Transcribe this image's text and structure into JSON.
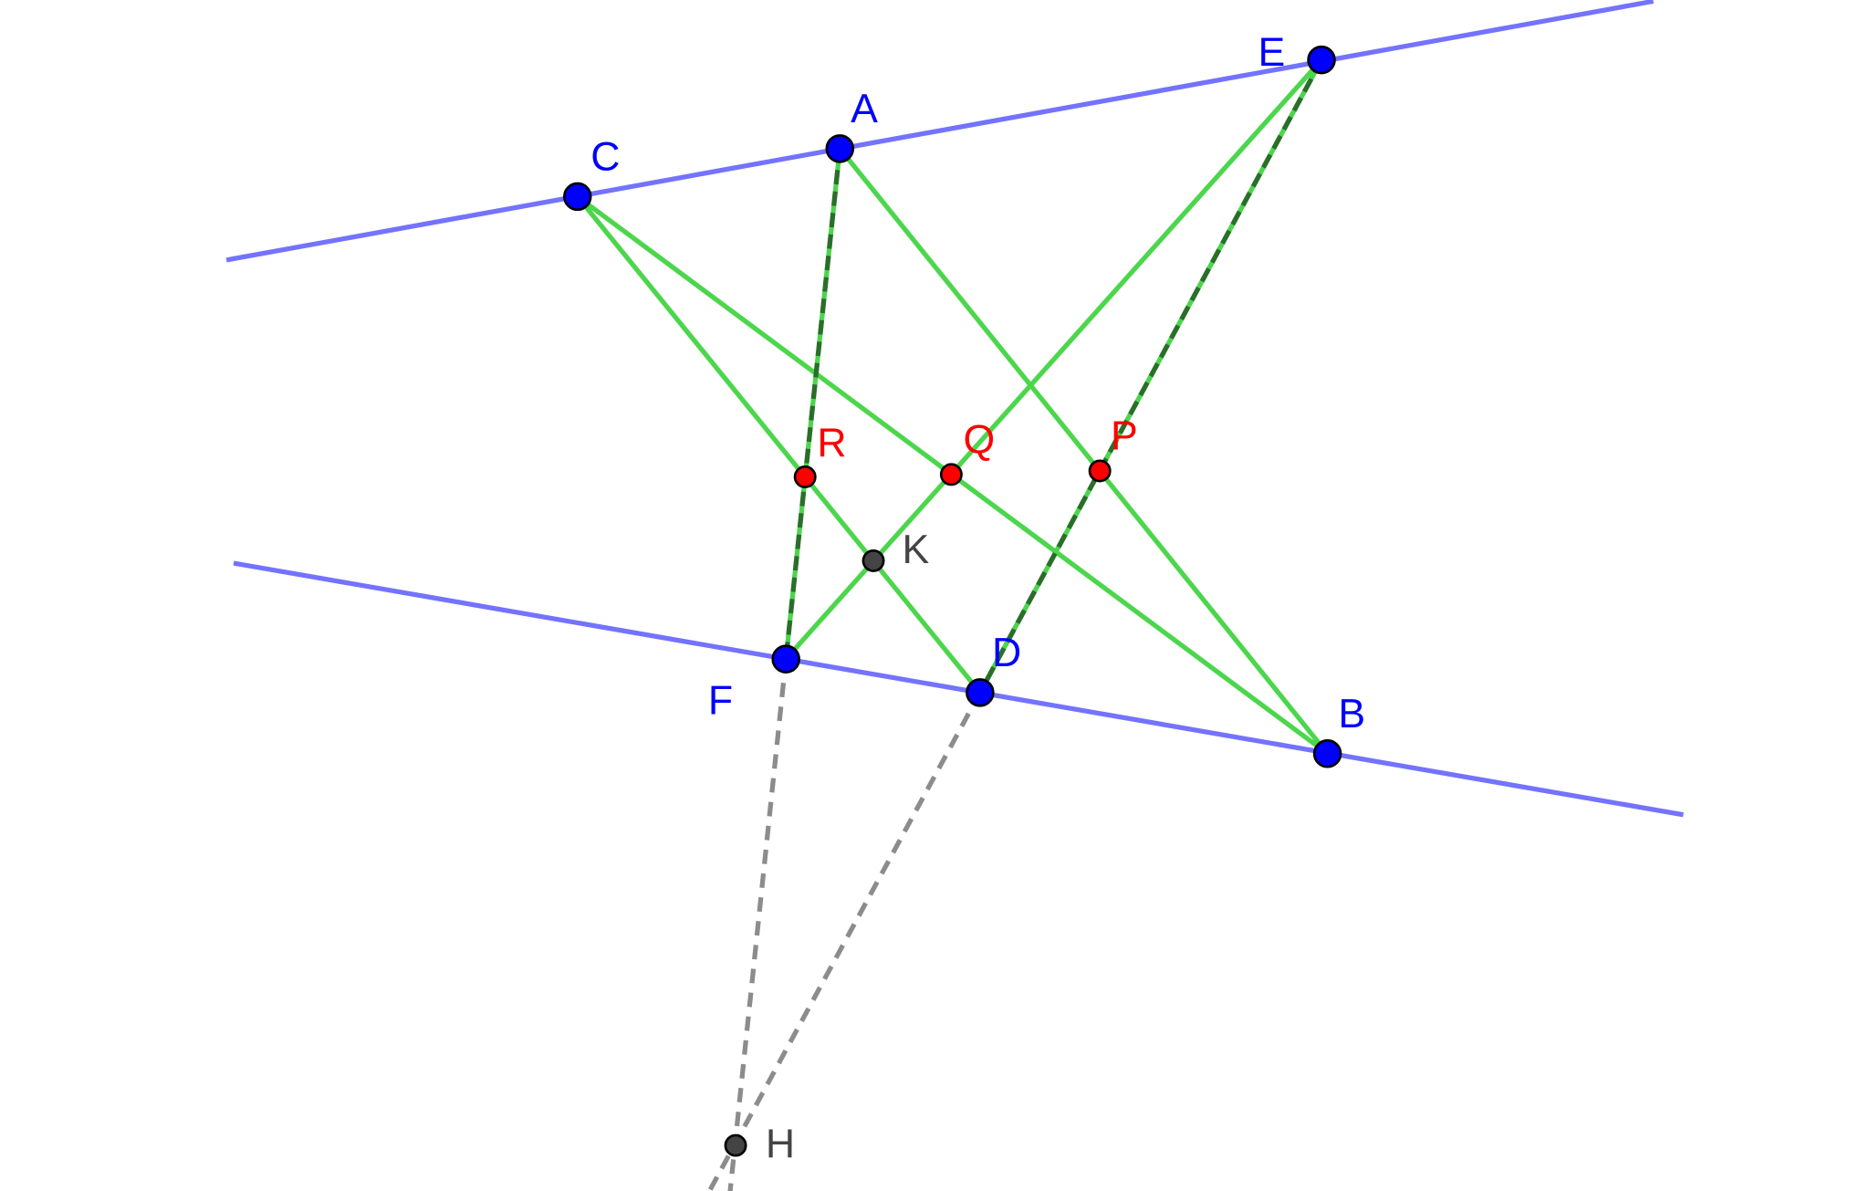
{
  "colors": {
    "parallel_lines": "#7373ff",
    "segments": "#4cd64c",
    "dashed_dark": "#2a6e2a",
    "dashed_gray": "#8c8c8c",
    "free_point": "#0000ff",
    "intersection_point": "#ff0000",
    "derived_point": "#444444"
  },
  "points": {
    "A": "A",
    "B": "B",
    "C": "C",
    "D": "D",
    "E": "E",
    "F": "F",
    "P": "P",
    "Q": "Q",
    "R": "R",
    "K": "K",
    "H": "H"
  }
}
